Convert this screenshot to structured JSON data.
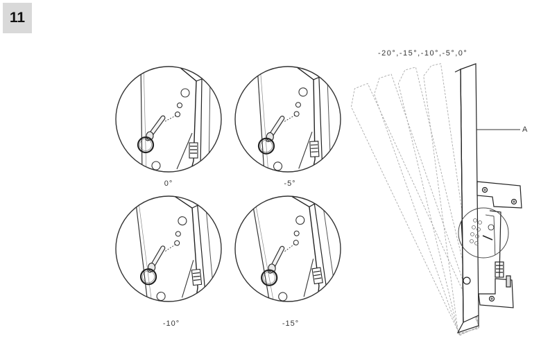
{
  "step": {
    "number": "11"
  },
  "details": [
    {
      "angle": 0,
      "label": "0°"
    },
    {
      "angle": -5,
      "label": "-5°"
    },
    {
      "angle": -10,
      "label": "-10°"
    },
    {
      "angle": -15,
      "label": "-15°"
    }
  ],
  "overview": {
    "range_label": "-20°,-15°,-10°,-5°,0°",
    "callout_label": "A"
  }
}
